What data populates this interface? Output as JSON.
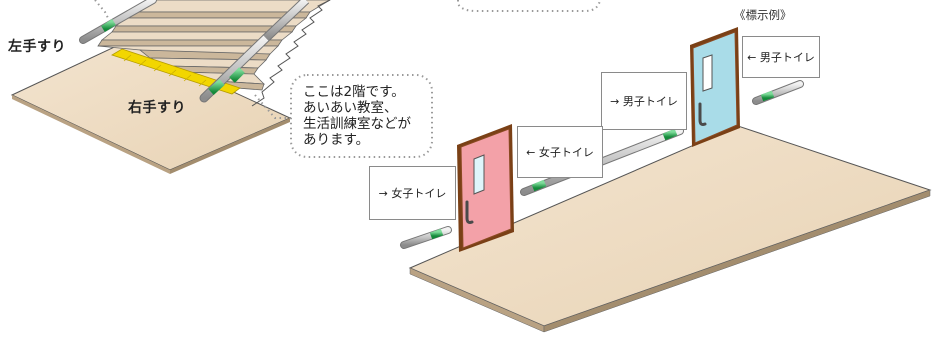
{
  "handrail_labels": {
    "left": "左手すり",
    "right": "右手すり"
  },
  "callout": {
    "text": "ここは2階です。\nあいあい教室、\n生活訓練室などが\nあります。"
  },
  "example_heading": "《標示例》",
  "signs": {
    "mens_right": "← 男子トイレ",
    "mens_left": "→ 男子トイレ",
    "womens_right": "← 女子トイレ",
    "womens_left": "→ 女子トイレ"
  },
  "colors": {
    "floor": "#eedcc3",
    "stair": "#ead9c0",
    "tactile": "#f2d600",
    "womens_door": "#f3a1a8",
    "mens_door": "#a9dce8",
    "door_frame": "#9a5a24",
    "rail": "#bcbcbc",
    "rail_grip": "#2aa64f"
  }
}
